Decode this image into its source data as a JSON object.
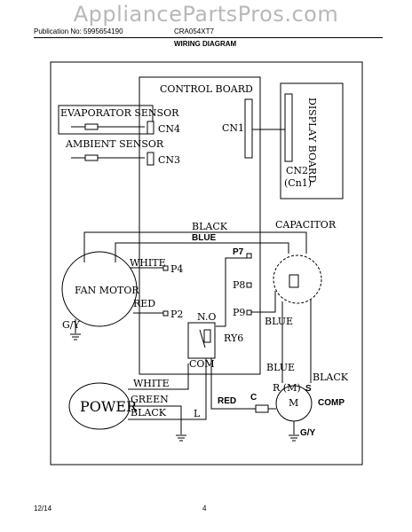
{
  "header": {
    "watermark": "AppliancePartsPros.com",
    "publication": "Publication No: 5995654190",
    "model": "CRA054XT7",
    "title": "WIRING DIAGRAM"
  },
  "footer": {
    "date": "12/14",
    "page": "4"
  },
  "diagram": {
    "control_board": "CONTROL BOARD",
    "cn1": "CN1",
    "cn4": "CN4",
    "cn3": "CN3",
    "evaporator_sensor": "EVAPORATOR SENSOR",
    "ambient_sensor": "AMBIENT SENSOR",
    "display_board": "DISPLAY BOARD",
    "cn2": "CN2",
    "cn1_paren": "(Cn1)",
    "black_top": "BLACK",
    "blue_top": "BLUE",
    "capacitor": "CAPACITOR",
    "p7": "P7",
    "p8": "P8",
    "p9": "P9",
    "p4": "P4",
    "p2": "P2",
    "white_fan": "WHITE",
    "red_fan": "RED",
    "fan_motor": "FAN MOTOR",
    "gy_fan": "G/Y",
    "blue_cap": "BLUE",
    "no": "N.O",
    "ry6": "RY6",
    "com": "COM",
    "blue_comp": "BLUE",
    "black_comp": "BLACK",
    "white_power": "WHITE",
    "green_power": "GREEN",
    "black_power": "BLACK",
    "power": "POWER",
    "l": "L",
    "red_comp": "RED",
    "c": "C",
    "r_m": "R (M)",
    "s": "S",
    "m": "M",
    "comp": "COMP",
    "gy_comp": "G/Y"
  }
}
